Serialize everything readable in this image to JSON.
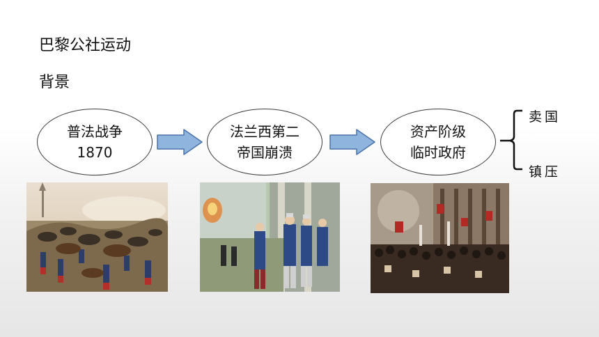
{
  "slide": {
    "title": "巴黎公社运动",
    "subtitle": "背景"
  },
  "flow": {
    "nodes": [
      {
        "line1": "普法战争",
        "line2": "1870"
      },
      {
        "line1": "法兰西第二",
        "line2": "帝国崩溃"
      },
      {
        "line1": "资产阶级",
        "line2": "临时政府"
      }
    ],
    "branches": [
      "卖国",
      "镇压"
    ]
  },
  "images": [
    {
      "icon": "battle-painting-icon"
    },
    {
      "icon": "emperor-surrender-painting-icon"
    },
    {
      "icon": "revolution-crowd-painting-icon"
    }
  ],
  "colors": {
    "arrow_fill": "#8fb4de",
    "arrow_stroke": "#4a74a8",
    "node_border": "#3a3a3a"
  }
}
